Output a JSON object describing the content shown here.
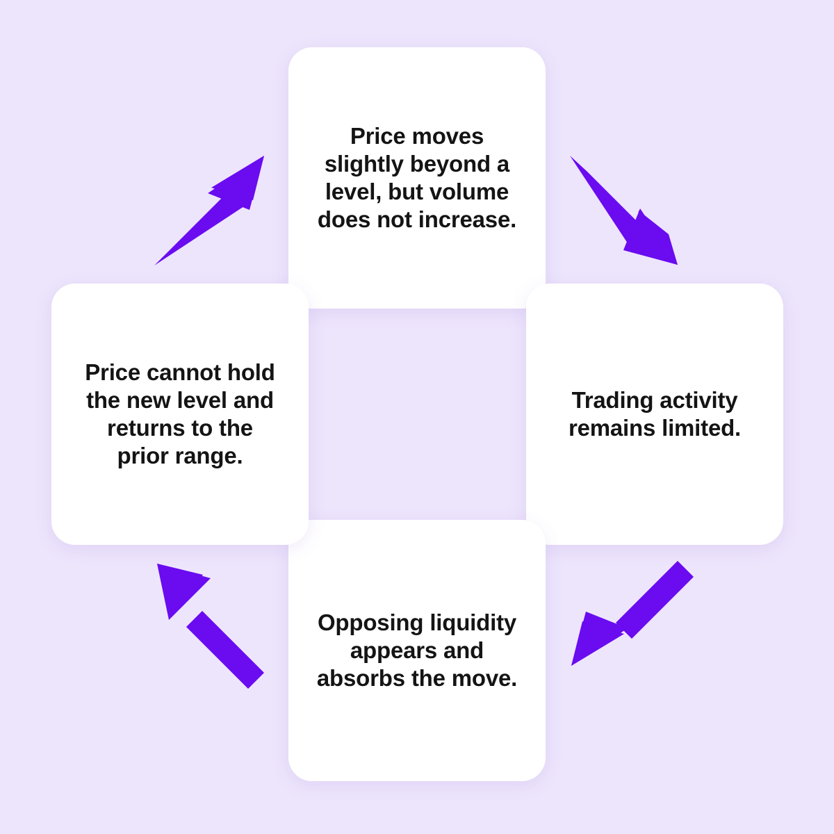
{
  "diagram": {
    "type": "cycle",
    "title": "",
    "direction": "clockwise",
    "background_color": "#EDE5FC",
    "card_color": "#FFFFFF",
    "arrow_color": "#6A0BF0",
    "text_color": "#141414",
    "step_count": 4,
    "nodes": [
      {
        "id": "top",
        "position": "top",
        "text": "Price moves\nslightly beyond a\nlevel, but volume\ndoes not increase."
      },
      {
        "id": "right",
        "position": "right",
        "text": "Trading activity\nremains limited."
      },
      {
        "id": "bottom",
        "position": "bottom",
        "text": "Opposing liquidity\nappears and\nabsorbs the move."
      },
      {
        "id": "left",
        "position": "left",
        "text": "Price cannot hold\nthe new level and\nreturns to the\nprior range."
      }
    ],
    "arrows": [
      {
        "id": "top-to-right",
        "from": "top",
        "to": "right",
        "direction": "down-right",
        "icon": "arrow-down-right-icon"
      },
      {
        "id": "right-to-bottom",
        "from": "right",
        "to": "bottom",
        "direction": "down-left",
        "icon": "arrow-down-left-icon"
      },
      {
        "id": "bottom-to-left",
        "from": "bottom",
        "to": "left",
        "direction": "up-left",
        "icon": "arrow-up-left-icon"
      },
      {
        "id": "left-to-top",
        "from": "left",
        "to": "top",
        "direction": "up-right",
        "icon": "arrow-up-right-icon"
      }
    ]
  }
}
